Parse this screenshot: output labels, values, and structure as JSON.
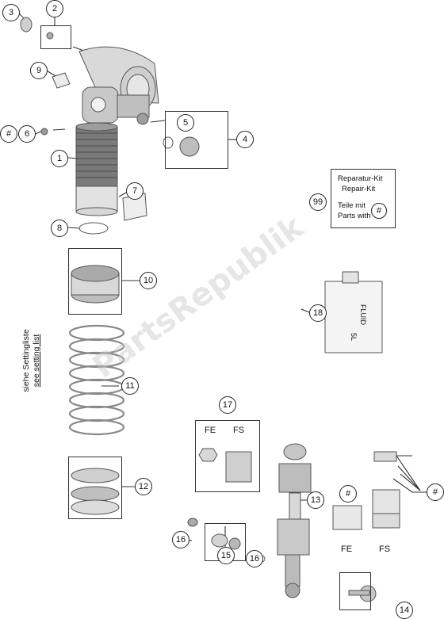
{
  "callouts": {
    "c1": "1",
    "c2": "2",
    "c3": "3",
    "c4": "4",
    "c5": "5",
    "c6": "6",
    "c7": "7",
    "c8": "8",
    "c9": "9",
    "c10": "10",
    "c11": "11",
    "c12": "12",
    "c13": "13",
    "c14": "14",
    "c15": "15",
    "c16a": "16",
    "c16b": "16",
    "c17": "17",
    "c18": "18",
    "c99": "99",
    "hash_a": "#",
    "hash_b": "#",
    "hash_c": "#",
    "hash_d": "#"
  },
  "labels": {
    "fe_top": "FE",
    "fs_top": "FS",
    "fe_bottom": "FE",
    "fs_bottom": "FS"
  },
  "kit": {
    "line1": "Reparatur-Kit",
    "line2": "Repair-Kit",
    "line3": "Teile mit",
    "line4": "Parts with",
    "hash": "#"
  },
  "setting_note": {
    "line1": "siehe Settingliste",
    "line2": "see setting list"
  },
  "fluid": {
    "brand": "FLUID",
    "volume": "5L"
  },
  "watermark": "PartsRepublik"
}
